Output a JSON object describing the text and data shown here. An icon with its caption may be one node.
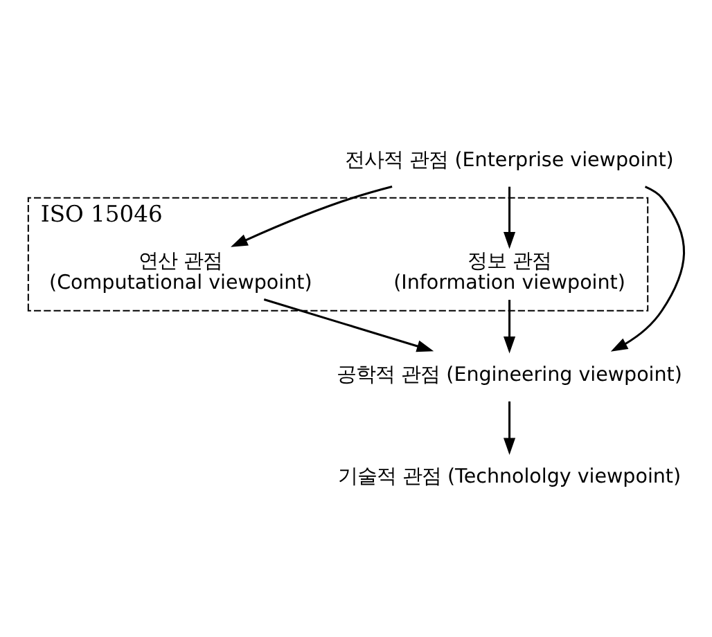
{
  "diagram": {
    "nodes": [
      {
        "text": [
          "전사적 관점 (Enterprise viewpoint)"
        ]
      },
      {
        "text": [
          "ISO 15046"
        ]
      },
      {
        "text": [
          "정보 관점 (Information viewpoint)"
        ],
        "in": 1
      },
      {
        "text": [
          "연산 관점 (Computational viewpoint)"
        ],
        "in": 1
      },
      {
        "text": [
          "공학적 관점 (Engineering viewpoint)"
        ]
      },
      {
        "text": [
          "기술적 관점 (Technololgy viewpoint)"
        ]
      }
    ],
    "edges": [
      {
        "from": 0,
        "to": 2,
        "arrow": "to"
      },
      {
        "from": 0,
        "to": 4,
        "arrow": "to"
      },
      {
        "from": 0,
        "to": 3,
        "arrow": "to"
      },
      {
        "from": 2,
        "to": 4,
        "arrow": "to"
      },
      {
        "from": 3,
        "to": 4,
        "arrow": "to"
      },
      {
        "from": 4,
        "to": 5,
        "arrow": "to"
      }
    ]
  }
}
